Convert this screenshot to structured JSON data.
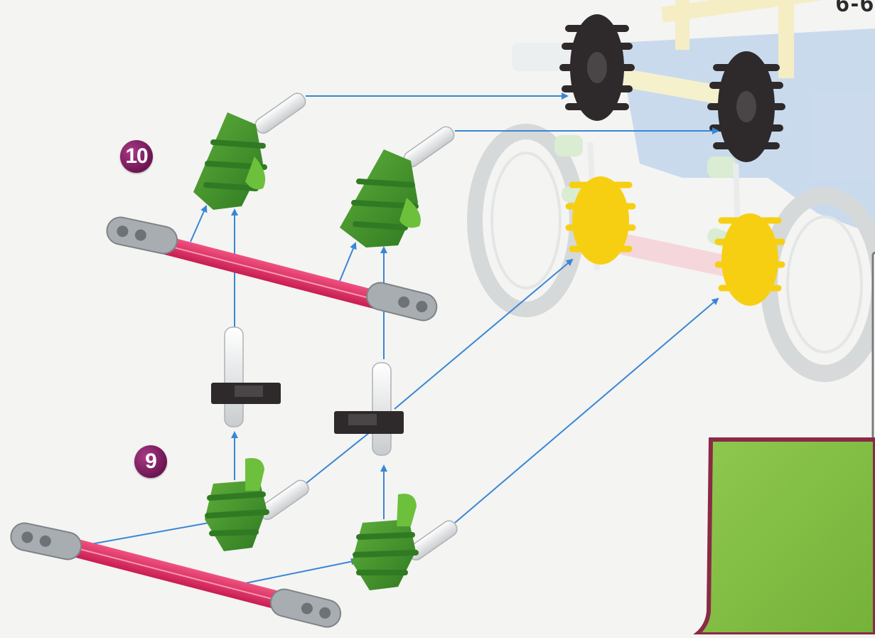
{
  "steps": [
    {
      "number": "10"
    },
    {
      "number": "9"
    }
  ],
  "page_number_fragment": "6-6",
  "colors": {
    "connector_green": "#3f8f2b",
    "rod_red": "#e0245e",
    "gray_connector": "#9ea3a8",
    "black_part": "#2e2a2b",
    "yellow_part": "#f6cf12",
    "arrow_blue": "#3a86d6",
    "badge_purple": "#8a2065",
    "panel_green": "#88c24a",
    "panel_border": "#8a2a45"
  },
  "icons": [
    "green-connector-icon",
    "red-rod-icon",
    "gray-end-connector-icon",
    "black-gear-icon",
    "yellow-gear-icon",
    "white-pin-icon",
    "black-clip-icon",
    "wheel-icon",
    "arrow-icon"
  ]
}
